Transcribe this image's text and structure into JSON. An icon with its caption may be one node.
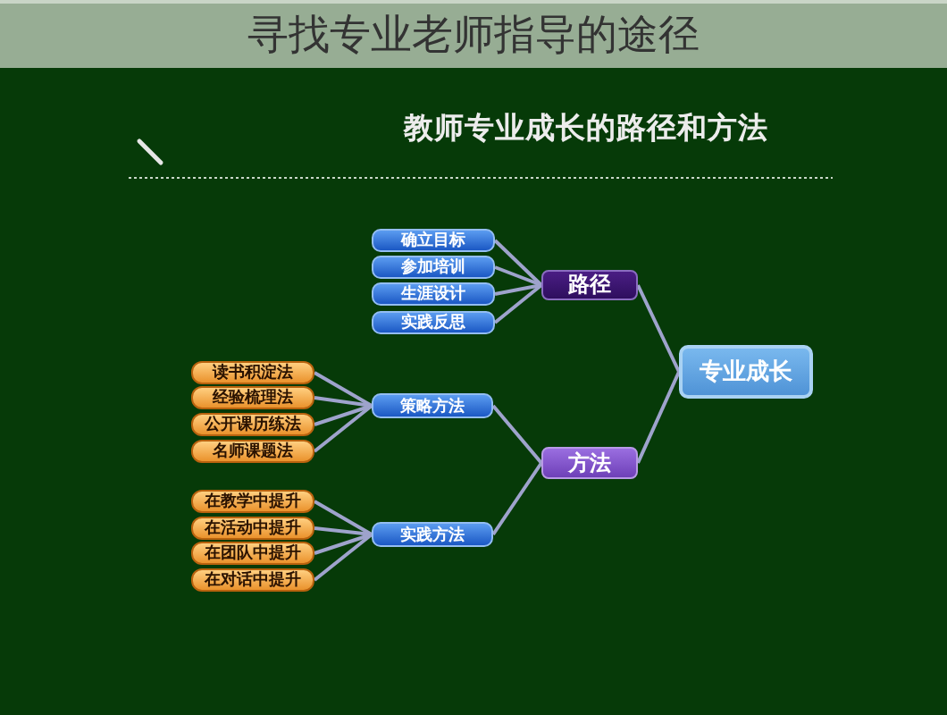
{
  "diagram": {
    "title": "寻找专业老师指导的途径",
    "nodes": [
      {
        "text": [
          "专业成长"
        ]
      },
      {
        "text": [
          "路径"
        ]
      },
      {
        "text": [
          "确立目标"
        ]
      },
      {
        "text": [
          "参加培训"
        ]
      },
      {
        "text": [
          "生涯设计"
        ]
      },
      {
        "text": [
          "实践反思"
        ]
      },
      {
        "text": [
          "方法"
        ]
      },
      {
        "text": [
          "策略方法"
        ]
      },
      {
        "text": [
          "读书积淀法"
        ]
      },
      {
        "text": [
          "经验梳理法"
        ]
      },
      {
        "text": [
          "公开课历练法"
        ]
      },
      {
        "text": [
          "名师课题法"
        ]
      },
      {
        "text": [
          "实践方法"
        ]
      },
      {
        "text": [
          "在教学中提升"
        ]
      },
      {
        "text": [
          "在活动中提升"
        ]
      },
      {
        "text": [
          "在团队中提升"
        ]
      },
      {
        "text": [
          "在对话中提升"
        ]
      }
    ],
    "edges": [
      {
        "from": 0,
        "to": 1,
        "arrow": "none"
      },
      {
        "from": 0,
        "to": 6,
        "arrow": "none"
      },
      {
        "from": 1,
        "to": 2,
        "arrow": "none"
      },
      {
        "from": 1,
        "to": 3,
        "arrow": "none"
      },
      {
        "from": 1,
        "to": 4,
        "arrow": "none"
      },
      {
        "from": 1,
        "to": 5,
        "arrow": "none"
      },
      {
        "from": 6,
        "to": 7,
        "arrow": "none"
      },
      {
        "from": 6,
        "to": 12,
        "arrow": "none"
      },
      {
        "from": 7,
        "to": 8,
        "arrow": "none"
      },
      {
        "from": 7,
        "to": 9,
        "arrow": "none"
      },
      {
        "from": 7,
        "to": 10,
        "arrow": "none"
      },
      {
        "from": 7,
        "to": 11,
        "arrow": "none"
      },
      {
        "from": 12,
        "to": 13,
        "arrow": "none"
      },
      {
        "from": 12,
        "to": 14,
        "arrow": "none"
      },
      {
        "from": 12,
        "to": 15,
        "arrow": "none"
      },
      {
        "from": 12,
        "to": 16,
        "arrow": "none"
      }
    ],
    "labels": [
      "教师专业成长的路径和方法"
    ]
  }
}
